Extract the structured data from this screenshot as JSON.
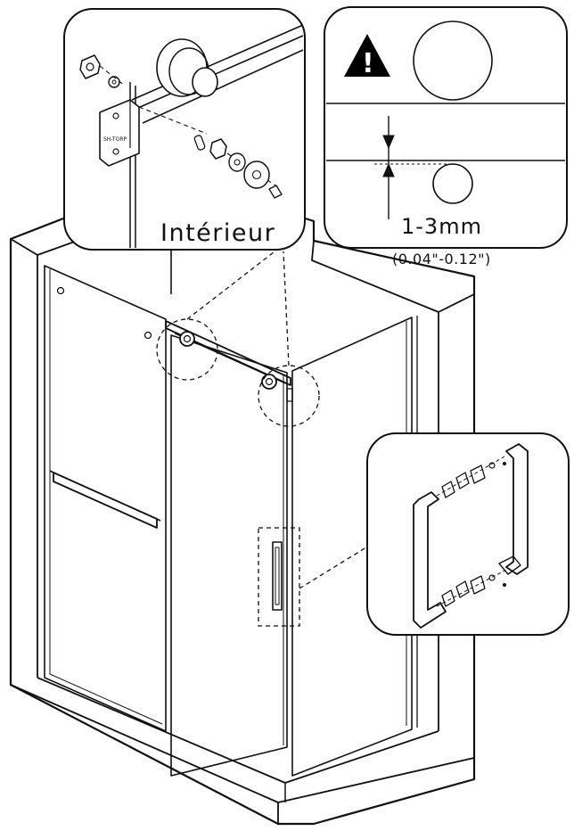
{
  "callouts": {
    "interior_label": "Intérieur",
    "gap_range": "1-3mm",
    "gap_range_inches": "(0.04\"-0.12\")",
    "warning_symbol": "!"
  },
  "icons": [
    "warning-icon",
    "roller-wheel-icon"
  ],
  "colors": {
    "line": "#111111",
    "warning_fill": "#000000",
    "background": "#ffffff"
  }
}
